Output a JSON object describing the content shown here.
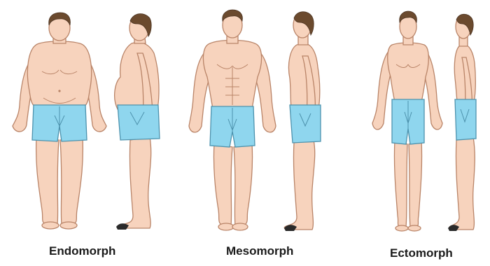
{
  "labels": {
    "endomorph": "Endomorph",
    "mesomorph": "Mesomorph",
    "ectomorph": "Ectomorph"
  },
  "colors": {
    "skin": "#f7d3bd",
    "skin_stroke": "#b98468",
    "hair": "#6b4a2e",
    "shorts": "#8fd6ee",
    "shorts_stroke": "#4d92ad",
    "text": "#1a1a1a"
  }
}
